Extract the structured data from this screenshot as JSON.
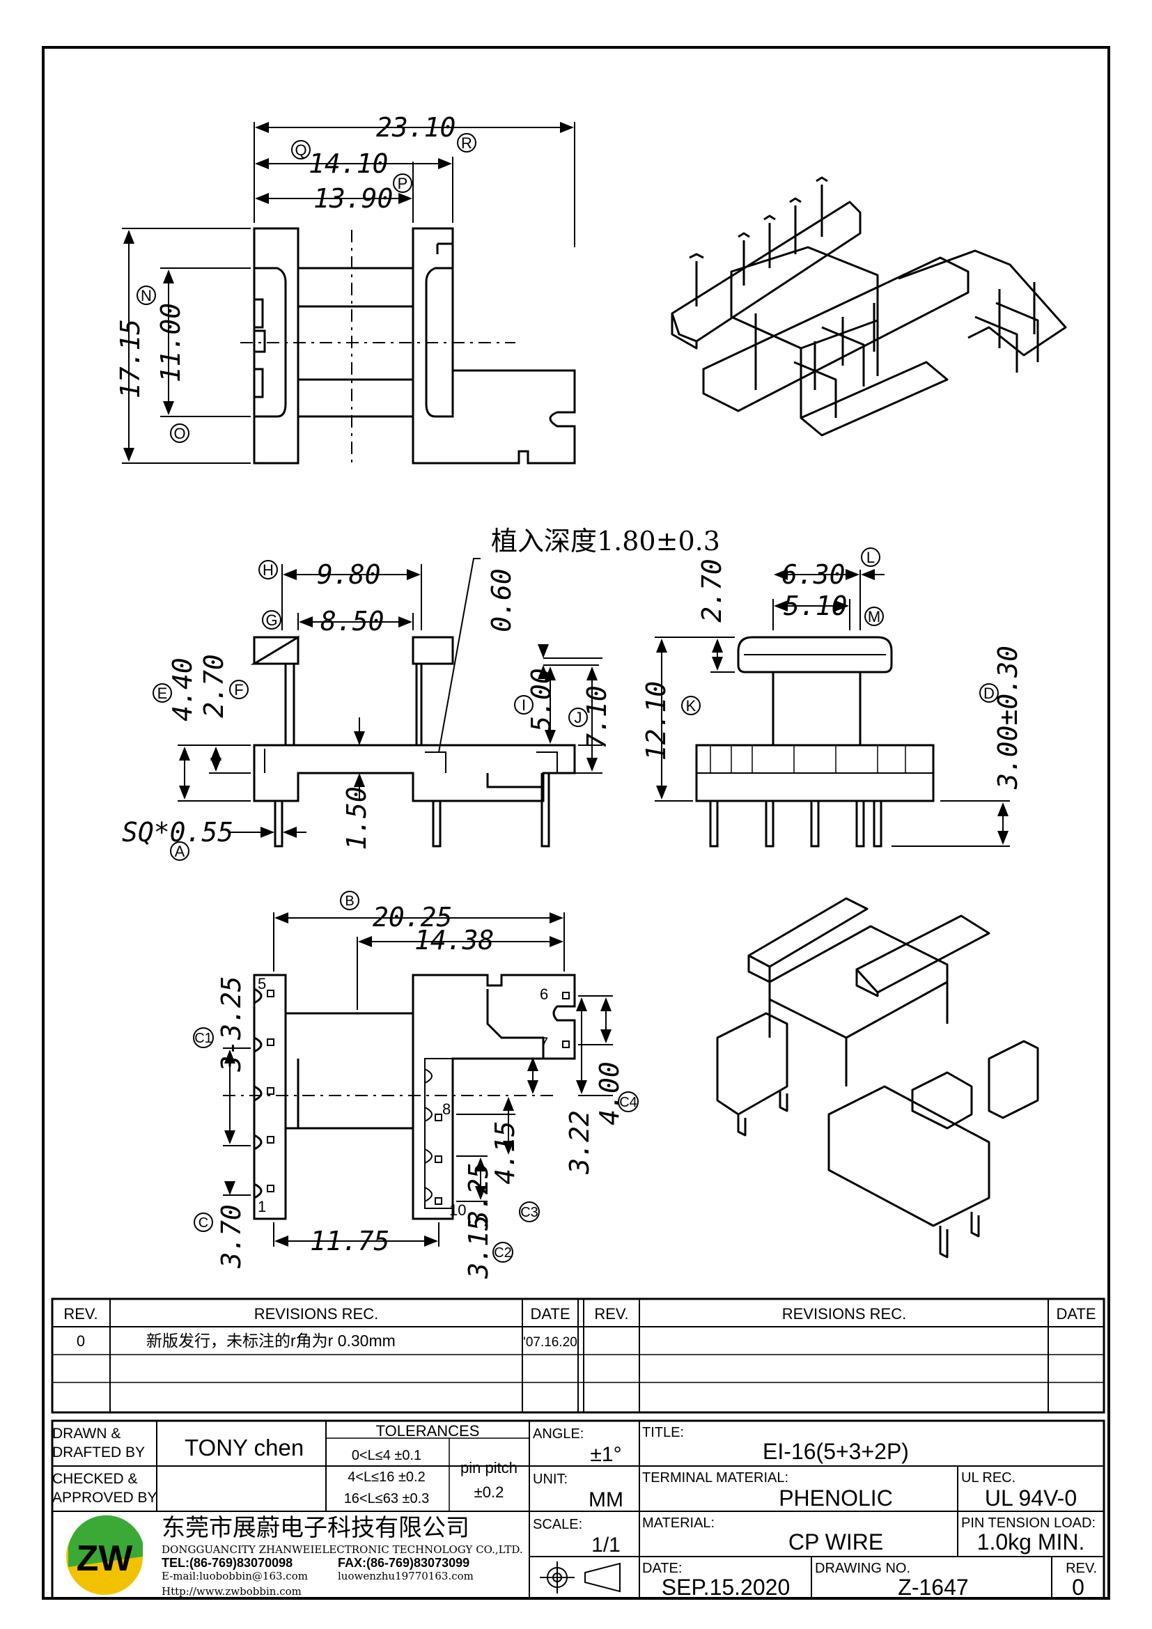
{
  "dimensions": {
    "top_view": {
      "w1": "23.10",
      "w2": "14.10",
      "w3": "13.90",
      "h1": "17.15",
      "h2": "11.00",
      "bubbles": [
        "Q",
        "R",
        "P",
        "N",
        "O"
      ]
    },
    "front_view": {
      "note": "植入深度1.80±0.3",
      "d_980": "9.80",
      "d_850": "8.50",
      "d_060": "0.60",
      "d_440": "4.40",
      "d_270": "2.70",
      "d_500": "5.00",
      "d_710": "7.10",
      "d_150": "1.50",
      "d_sq": "SQ*0.55",
      "bubbles": [
        "H",
        "G",
        "E",
        "F",
        "I",
        "J",
        "A"
      ]
    },
    "side_view": {
      "d_270": "2.70",
      "d_630": "6.30",
      "d_510": "5.10",
      "d_1210": "12.10",
      "d_300": "3.00±0.30",
      "bubbles": [
        "L",
        "M",
        "K",
        "D"
      ]
    },
    "bottom_view": {
      "d_2025": "20.25",
      "d_1438": "14.38",
      "d_325a": "3-3.25",
      "d_370": "3.70",
      "d_1175": "11.75",
      "d_400": "4.00",
      "d_322": "3.22",
      "d_415": "4.15",
      "d_325b": "3.25",
      "d_315": "3.15",
      "pins": [
        "5",
        "1",
        "6",
        "7",
        "8",
        "10"
      ],
      "bubbles": [
        "B",
        "C1",
        "C",
        "C4",
        "C3",
        "C2"
      ]
    }
  },
  "revisions": {
    "headers": {
      "rev": "REV.",
      "rec": "REVISIONS  REC.",
      "date": "DATE"
    },
    "rows": [
      {
        "rev": "0",
        "rec": "新版发行，未标注的r角为r 0.30mm",
        "date": "'07.16.20"
      }
    ]
  },
  "title_block": {
    "drawn_label": "DRAWN &\nDRAFTED BY",
    "drawn_value": "TONY  chen",
    "checked_label": "CHECKED &\nAPPROVED BY",
    "tolerances_label": "TOLERANCES",
    "tol_rows": [
      "0<L≤4   ±0.1",
      "4<L≤16  ±0.2",
      "16<L≤63  ±0.3"
    ],
    "pin_pitch_label": "pin  pitch",
    "pin_pitch_value": "±0.2",
    "angle_label": "ANGLE:",
    "angle_value": "±1°",
    "unit_label": "UNIT:",
    "unit_value": "MM",
    "scale_label": "SCALE:",
    "scale_value": "1/1",
    "title_label": "TITLE:",
    "title_value": "EI-16(5+3+2P)",
    "terminal_label": "TERMINAL  MATERIAL:",
    "terminal_value": "PHENOLIC",
    "ul_label": "UL  REC.",
    "ul_value": "UL  94V-0",
    "material_label": "MATERIAL:",
    "material_value": "CP  WIRE",
    "pin_tension_label": "PIN  TENSION  LOAD:",
    "pin_tension_value": "1.0kg  MIN.",
    "date_label": "DATE:",
    "date_value": "SEP.15.2020",
    "drawing_no_label": "DRAWING  NO.",
    "drawing_no_value": "Z-1647",
    "rev_label": "REV.",
    "rev_value": "0",
    "company_cn": "东莞市展蔚电子科技有限公司",
    "company_en": "DONGGUANCITY ZHANWEIELECTRONIC TECHNOLOGY CO.,LTD.",
    "tel": "TEL:(86-769)83070098",
    "fax": "FAX:(86-769)83073099",
    "email": "E-mail:luobobbin@163.com",
    "email2": "luowenzhu19770163.com",
    "web": "Http://www.zwbobbin.com",
    "logo_text": "ZW",
    "colors": {
      "logo_green": "#3aa935",
      "logo_yellow": "#f2c200"
    }
  }
}
